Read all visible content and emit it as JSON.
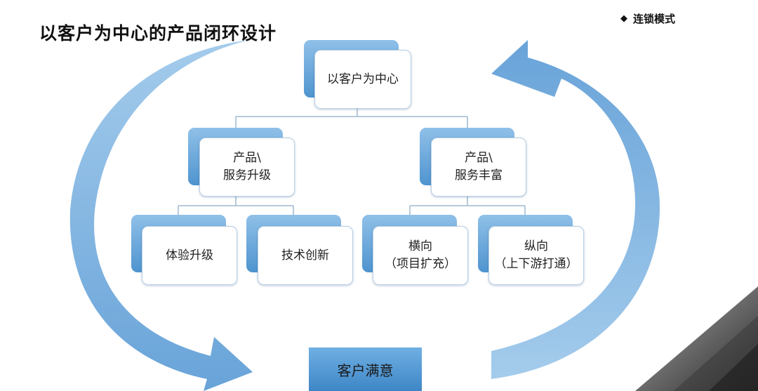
{
  "title": "以客户为中心的产品闭环设计",
  "tag": {
    "label": "连锁模式"
  },
  "tree": {
    "root": {
      "line1": "以客户为中心"
    },
    "left": {
      "line1": "产品\\",
      "line2": "服务升级"
    },
    "right": {
      "line1": "产品\\",
      "line2": "服务丰富"
    },
    "ll": {
      "line1": "体验升级"
    },
    "lr": {
      "line1": "技术创新"
    },
    "rl": {
      "line1": "横向",
      "line2": "（项目扩充）"
    },
    "rr": {
      "line1": "纵向",
      "line2": "（上下游打通）"
    }
  },
  "bottom": {
    "label": "客户满意"
  },
  "colors": {
    "accent": "#5b9bd5",
    "arrow": "#5b9bd5",
    "connector": "#9fb8cf"
  }
}
